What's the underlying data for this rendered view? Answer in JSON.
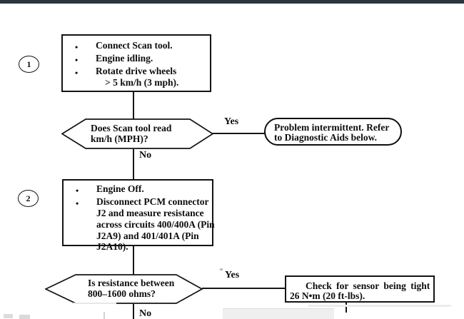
{
  "ui": {
    "bullet": "•"
  },
  "flowchart": {
    "step1": {
      "label": "1"
    },
    "step2": {
      "label": "2"
    },
    "box1": {
      "item1": "Connect Scan tool.",
      "item2": "Engine idling.",
      "item3_line1": "Rotate drive wheels",
      "item3_line2": "> 5 km/h (3 mph)."
    },
    "decision1": {
      "line1": "Does Scan tool read",
      "line2": "km/h (MPH)?",
      "yes": "Yes",
      "no": "No"
    },
    "terminal1": {
      "line1": "Problem intermittent. Refer",
      "line2": "to Diagnostic Aids below."
    },
    "box2": {
      "item1": "Engine Off.",
      "item2_line1": "Disconnect PCM connector",
      "item2_line2": "J2 and measure resistance",
      "item2_line3": "across circuits 400/400A (Pin",
      "item2_line4": "J2A9) and 401/401A (Pin",
      "item2_line5": "J2A10)."
    },
    "decision2": {
      "line1": "Is resistance between",
      "line2": "800–1600 ohms?",
      "yes": "Yes",
      "no": "No"
    },
    "box3": {
      "line1": "Check for sensor being tight",
      "line2": "26 N•m (20 ft-lbs)."
    }
  }
}
